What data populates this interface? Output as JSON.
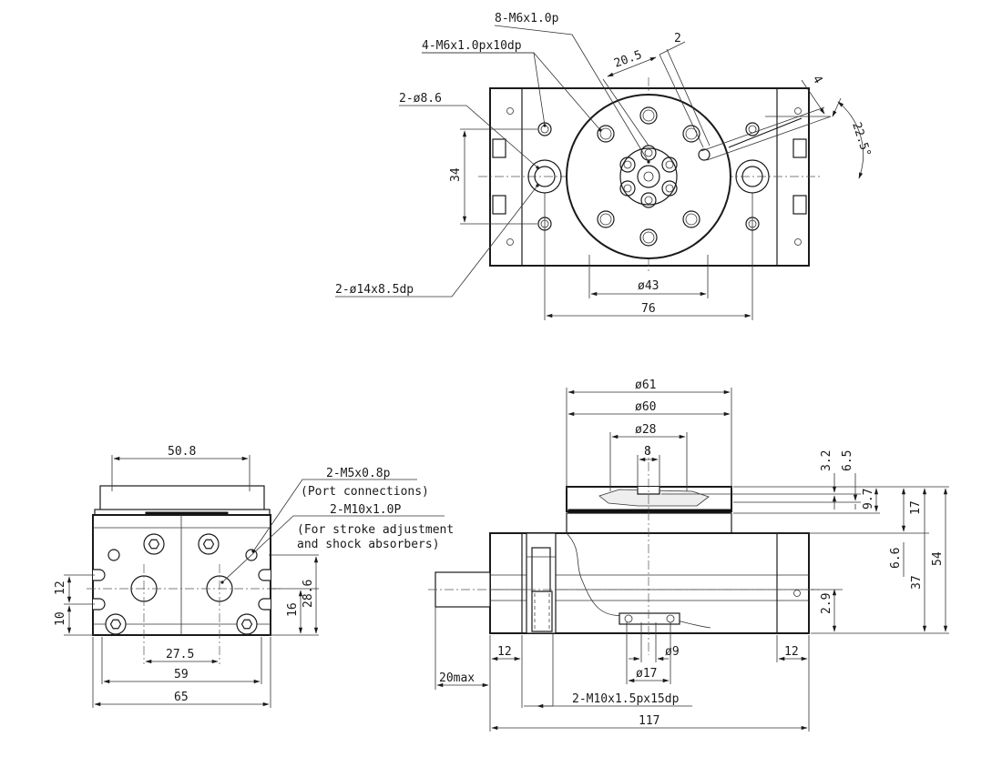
{
  "top_view": {
    "hole_8m6": "8-M6x1.0p",
    "hole_4m6": "4-M6x1.0px10dp",
    "hole_2d86": "2-ø8.6",
    "hole_2d14": "2-ø14x8.5dp",
    "dim_20_5": "20.5",
    "dim_2": "2",
    "dim_4": "4",
    "dim_22_5": "22.5°",
    "dim_34": "34",
    "dim_d43": "ø43",
    "dim_76": "76"
  },
  "side_view": {
    "dim_50_8": "50.8",
    "port_label": "2-M5x0.8p",
    "port_note": "(Port connections)",
    "stroke_label": "2-M10x1.0P",
    "stroke_note_1": "(For stroke adjustment",
    "stroke_note_2": "and shock absorbers)",
    "dim_12": "12",
    "dim_10": "10",
    "dim_16": "16",
    "dim_28_6": "28.6",
    "dim_27_5": "27.5",
    "dim_59": "59",
    "dim_65": "65"
  },
  "front_view": {
    "dim_d61": "ø61",
    "dim_d60": "ø60",
    "dim_d28": "ø28",
    "dim_8": "8",
    "dim_3_2": "3.2",
    "dim_6_5": "6.5",
    "dim_9_7": "9.7",
    "dim_17": "17",
    "dim_6_6": "6.6",
    "dim_37": "37",
    "dim_54": "54",
    "dim_2_9": "2.9",
    "dim_12_left": "12",
    "dim_12_right": "12",
    "dim_d9": "ø9",
    "dim_d17": "ø17",
    "dim_20max": "20max",
    "tap_label": "2-M10x1.5px15dp",
    "dim_117": "117"
  }
}
